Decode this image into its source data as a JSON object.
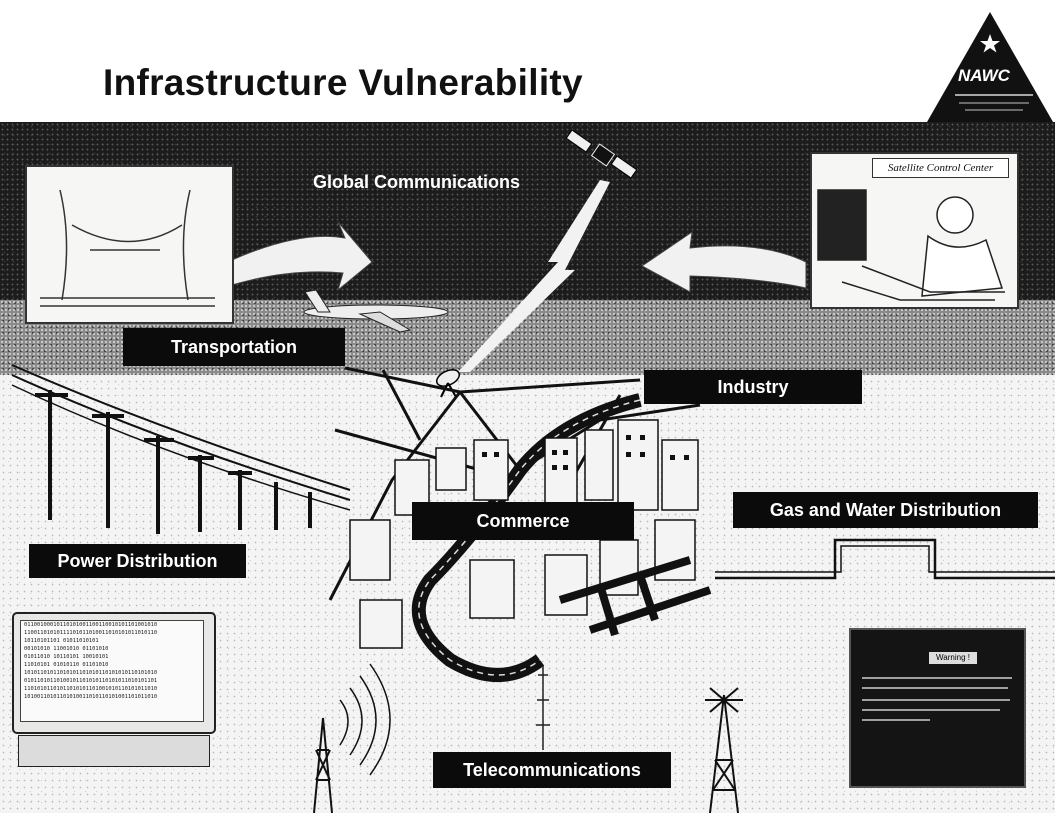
{
  "slide": {
    "title": "Infrastructure Vulnerability",
    "logo_text": "NAWC",
    "logo_icon": "star-icon"
  },
  "captions": {
    "global_communications": "Global Communications",
    "transportation": "Transportation",
    "industry": "Industry",
    "commerce": "Commerce",
    "gas_water": "Gas and Water Distribution",
    "power": "Power Distribution",
    "telecommunications": "Telecommunications"
  },
  "illustrations": {
    "satellite_control_label": "Satellite Control Center",
    "warning_label": "Warning !",
    "terminal_binary": [
      "01100100010110101001100110010101101001010",
      "11001101010111101011010011010101011010110",
      "10110101101 01011010101",
      "00101010 11001010 01101010",
      "01011010 10110101 10010101",
      "11010101 01010110 01101010",
      "10101101011010101101010110101010110101010",
      "01011010110100101101010110101011010101101",
      "11010101101011010101101001010110101011010",
      "10100110101101010011010110101001101011010"
    ]
  },
  "colors": {
    "caption_bg": "#0b0b0b",
    "caption_text": "#ffffff",
    "sky": "#1c1c1c"
  }
}
